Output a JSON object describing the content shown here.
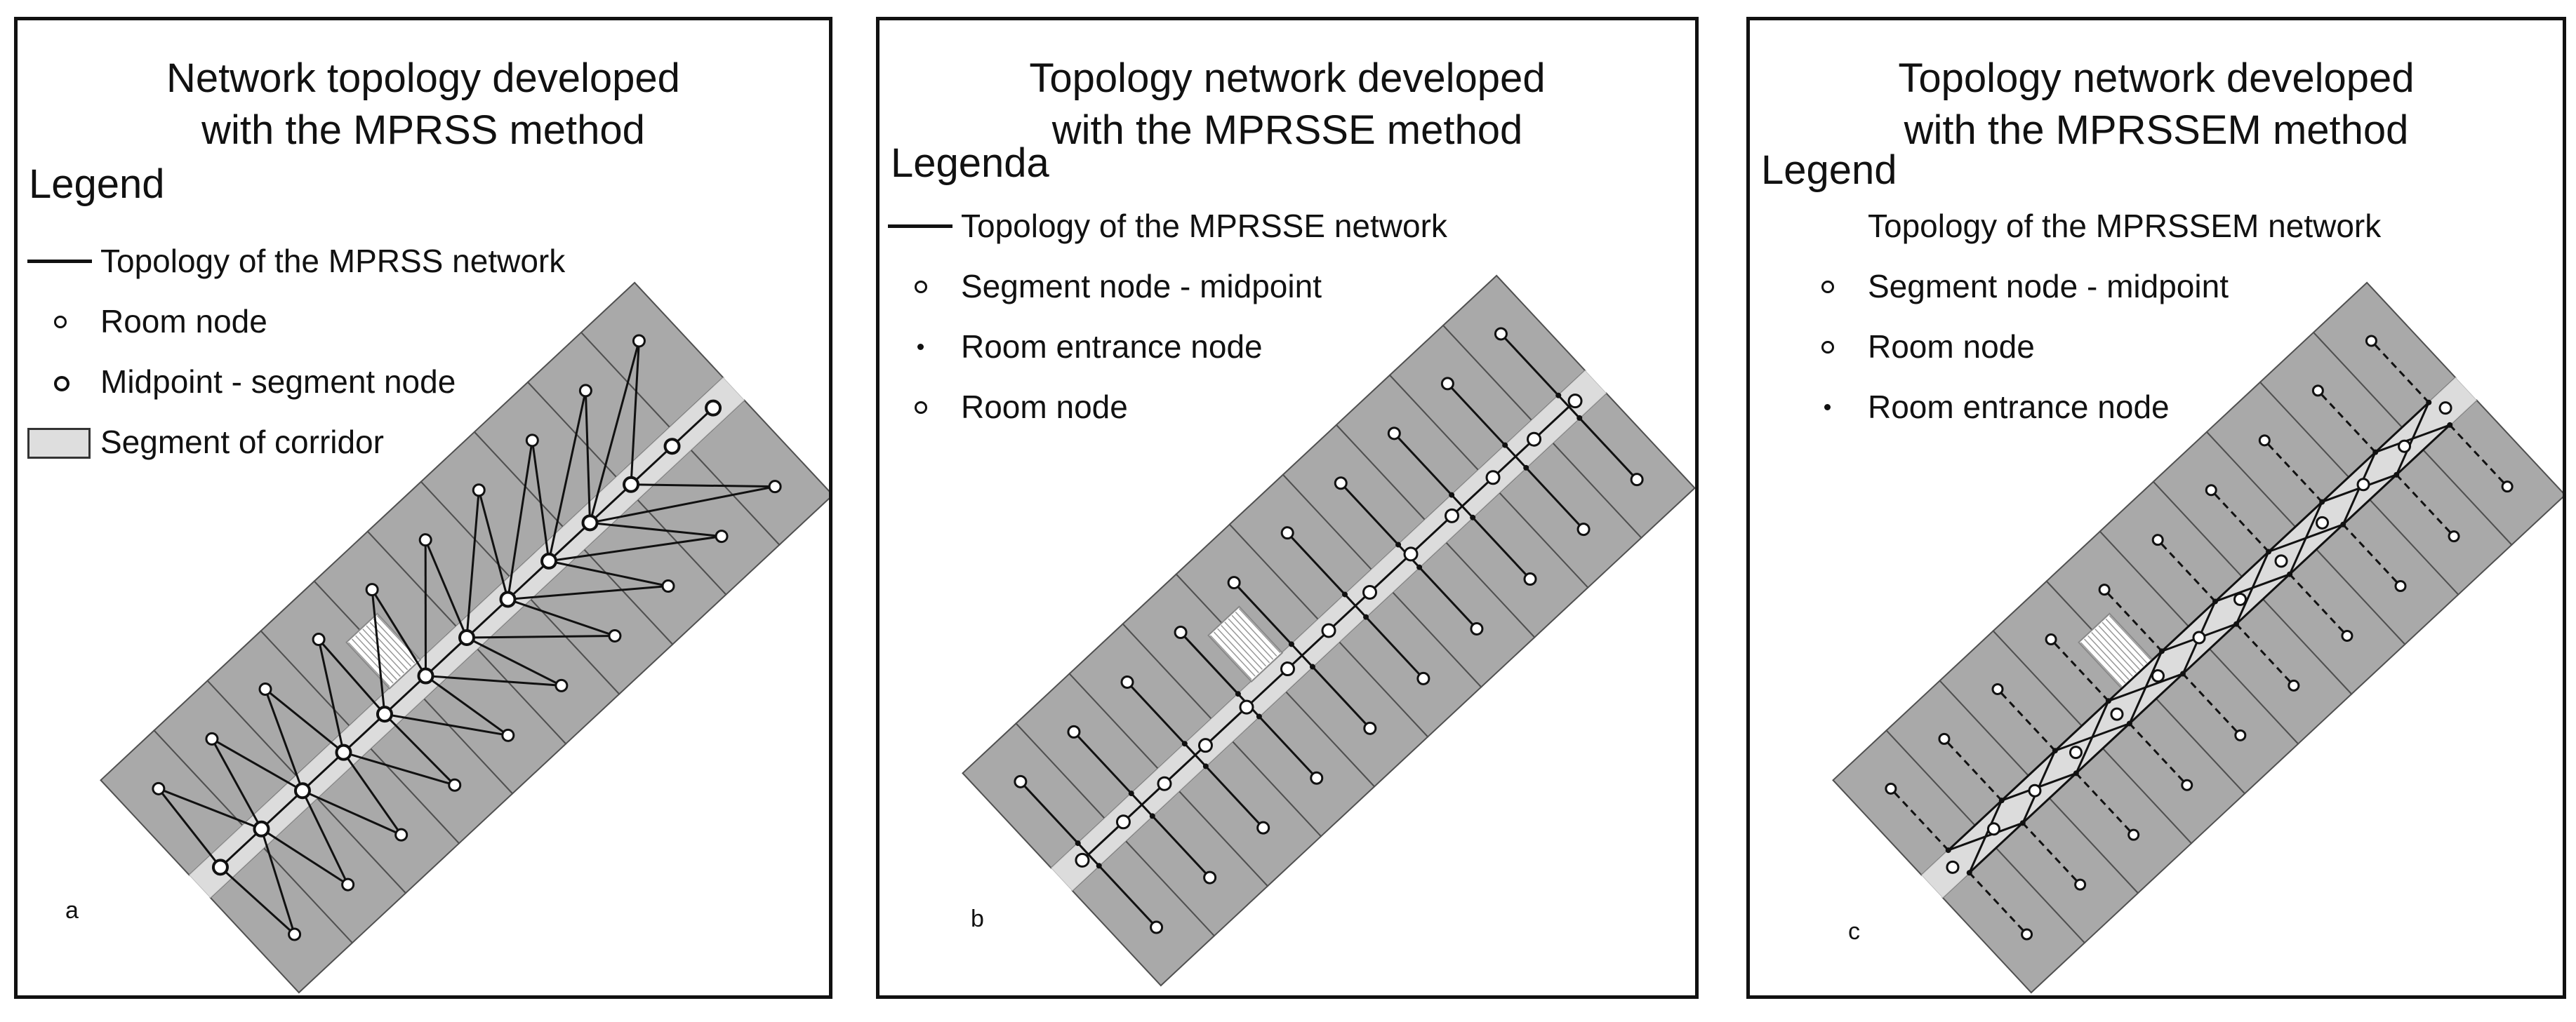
{
  "panels": [
    {
      "letter": "a",
      "title": "Network topology developed\nwith the MPRSS method",
      "legend_title": "Legend",
      "legend": [
        {
          "symbol": "line",
          "label": "Topology of the MPRSS network"
        },
        {
          "symbol": "circle",
          "label": "Room node"
        },
        {
          "symbol": "circle-bold",
          "label": "Midpoint - segment node"
        },
        {
          "symbol": "rect",
          "label": "Segment of corridor"
        }
      ]
    },
    {
      "letter": "b",
      "title": "Topology network developed\nwith the MPRSSE method",
      "legend_title": "Legenda",
      "legend": [
        {
          "symbol": "line",
          "label": "Topology of the MPRSSE network"
        },
        {
          "symbol": "circle",
          "label": "Segment node - midpoint"
        },
        {
          "symbol": "dot",
          "label": "Room entrance node"
        },
        {
          "symbol": "circle",
          "label": "Room node"
        }
      ]
    },
    {
      "letter": "c",
      "title": "Topology network developed\nwith the MPRSSEM method",
      "legend_title": "Legend",
      "legend": [
        {
          "symbol": "none",
          "label": "Topology of the MPRSSEM network"
        },
        {
          "symbol": "circle",
          "label": "Segment node - midpoint"
        },
        {
          "symbol": "circle",
          "label": "Room node"
        },
        {
          "symbol": "dot",
          "label": "Room entrance node"
        }
      ]
    }
  ],
  "colors": {
    "room_fill": "#a9a9a9",
    "room_stroke": "#505050",
    "corridor_fill": "#dcdcdc",
    "network_line": "#111111",
    "background": "#ffffff"
  }
}
